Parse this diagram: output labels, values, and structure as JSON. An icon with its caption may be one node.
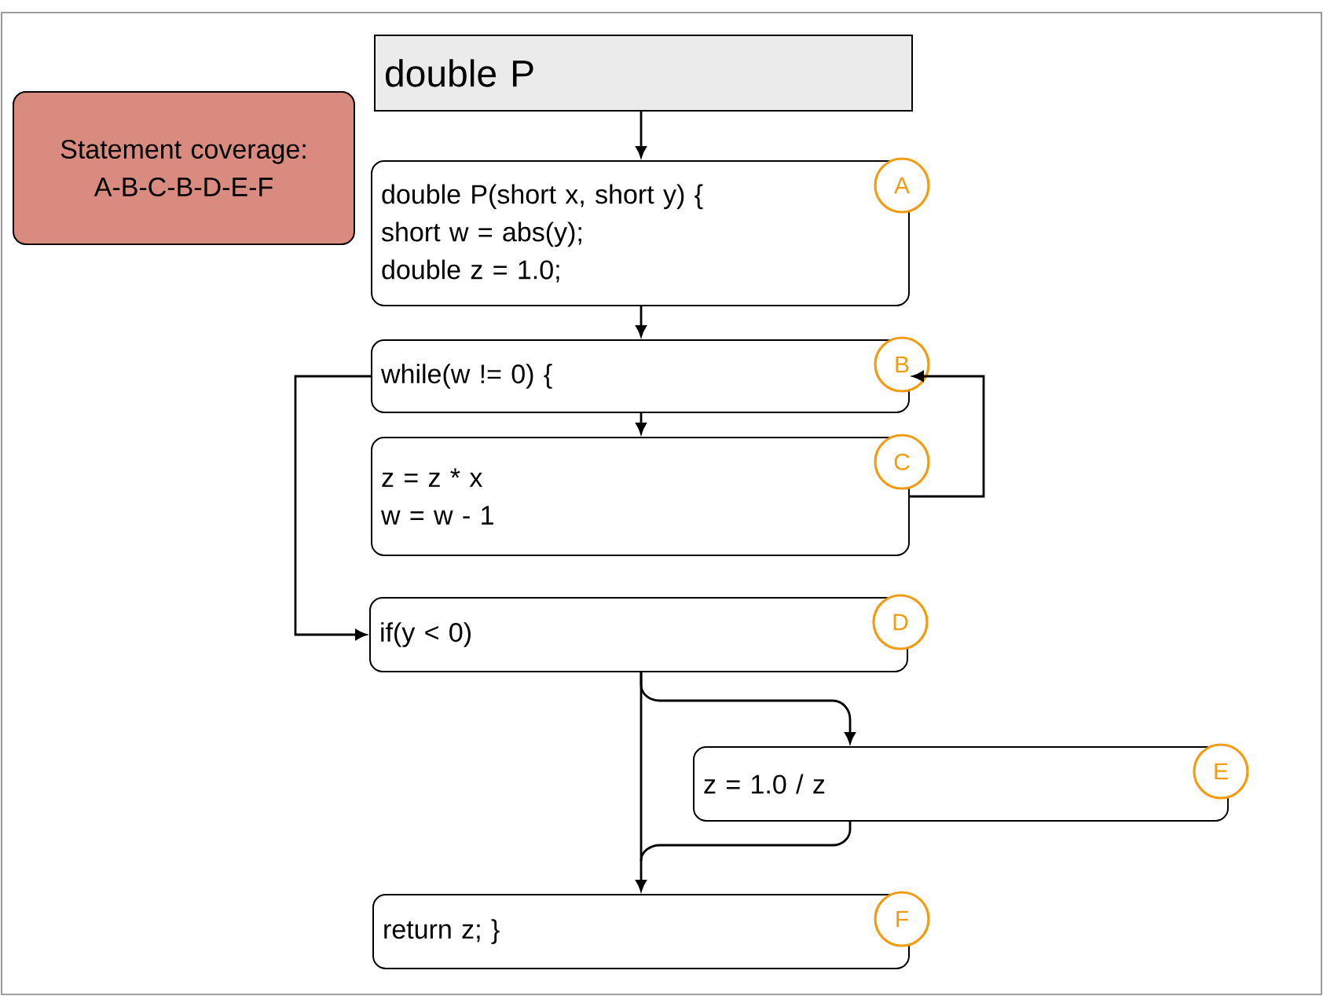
{
  "diagram": {
    "nodes": [
      {
        "text": [
          "double P"
        ]
      },
      {
        "text": [
          "Statement coverage: A-B-C-B-D-E-F"
        ]
      },
      {
        "text": [
          "A",
          "double P(short x, short y) {",
          "short w = abs(y);",
          "double z = 1.0;"
        ]
      },
      {
        "text": [
          "B",
          "while(w != 0) {"
        ]
      },
      {
        "text": [
          "C",
          "z = z * x",
          "w = w - 1"
        ]
      },
      {
        "text": [
          "D",
          "if(y < 0)"
        ]
      },
      {
        "text": [
          "E",
          "z = 1.0 / z"
        ]
      },
      {
        "text": [
          "F",
          "return z; }"
        ]
      }
    ],
    "edges": [
      {
        "from": 0,
        "to": 2,
        "arrow": "to"
      },
      {
        "from": 2,
        "to": 3,
        "arrow": "to"
      },
      {
        "from": 3,
        "to": 4,
        "arrow": "to"
      },
      {
        "from": 4,
        "to": 3,
        "arrow": "to"
      },
      {
        "from": 3,
        "to": 5,
        "arrow": "to"
      },
      {
        "from": 5,
        "to": 6,
        "arrow": "to"
      },
      {
        "from": 5,
        "to": 7,
        "arrow": "to"
      },
      {
        "from": 6,
        "to": 7,
        "arrow": "to"
      }
    ]
  }
}
